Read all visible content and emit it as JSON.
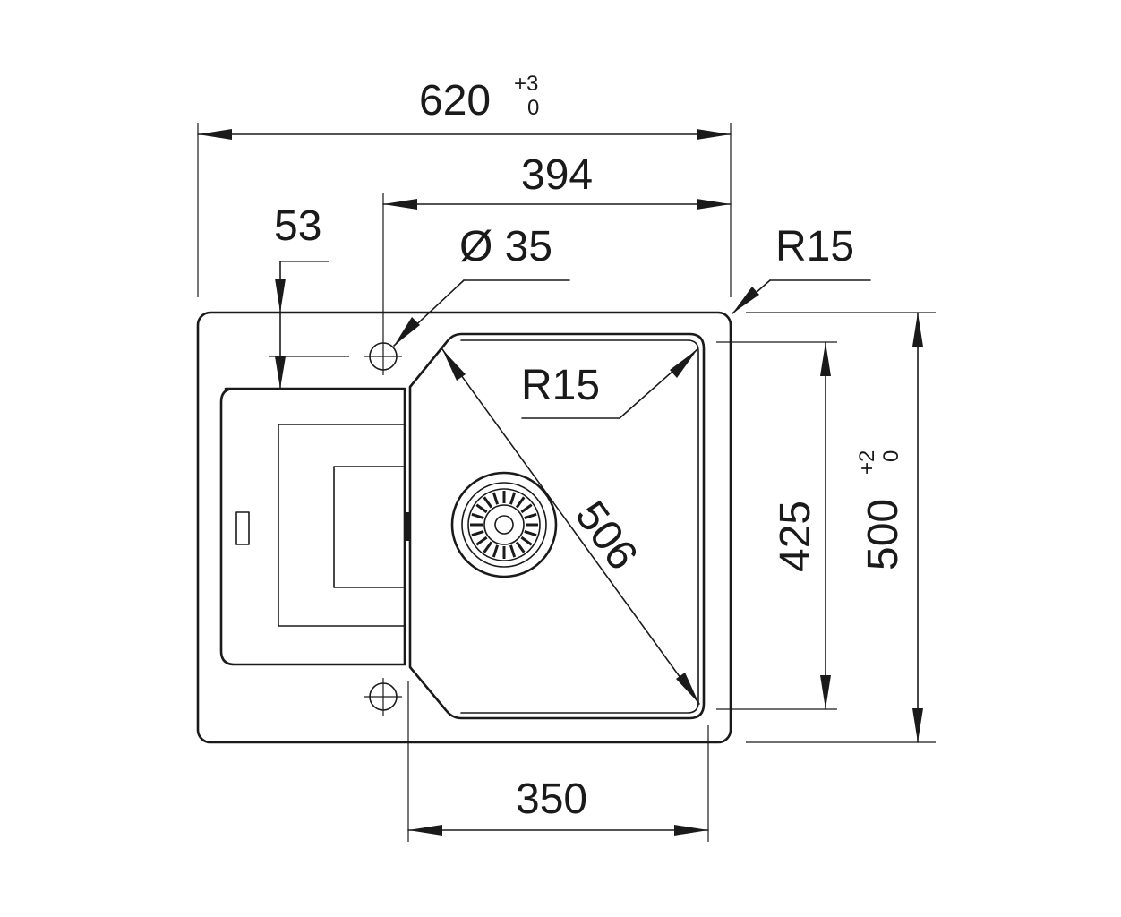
{
  "dimensions": {
    "overall_width": {
      "value": "620",
      "tol_upper": "+3",
      "tol_lower": "0"
    },
    "tap_hole_offset": "394",
    "drainer_inset": "53",
    "tap_hole_diameter": "Ø 35",
    "outer_corner_radius": "R15",
    "bowl_corner_radius": "R15",
    "bowl_diagonal": "506",
    "bowl_depth": "425",
    "overall_depth": {
      "value": "500",
      "tol_upper": "+2",
      "tol_lower": "0"
    },
    "bowl_width": "350"
  }
}
